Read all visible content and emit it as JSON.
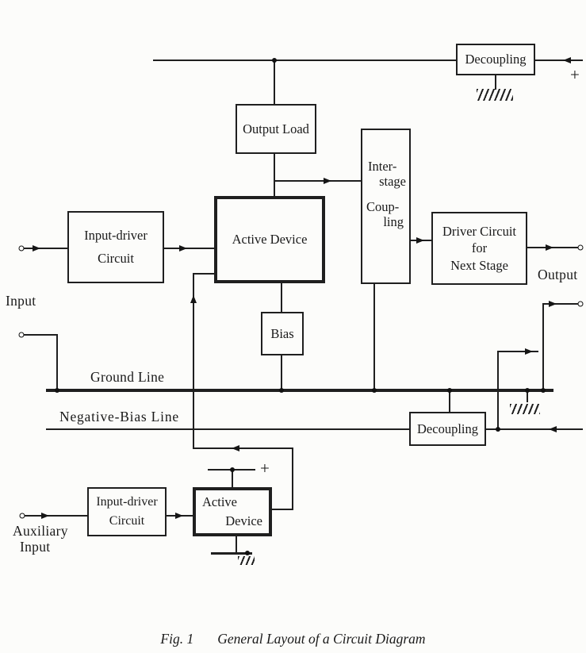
{
  "boxes": {
    "decoupling_top": {
      "label": "Decoupling"
    },
    "output_load": {
      "label": "Output Load"
    },
    "interstage": {
      "line1": "Inter-",
      "line2": "stage",
      "line3": "Coup-",
      "line4": "ling"
    },
    "input_driver_top": {
      "line1": "Input-driver",
      "line2": "Circuit"
    },
    "active_device_top": {
      "label": "Active Device"
    },
    "driver_next_stage": {
      "line1": "Driver Circuit",
      "line2": "for",
      "line3": "Next Stage"
    },
    "bias": {
      "label": "Bias"
    },
    "decoupling_bottom": {
      "label": "Decoupling"
    },
    "input_driver_bottom": {
      "line1": "Input-driver",
      "line2": "Circuit"
    },
    "active_device_bottom": {
      "line1": "Active",
      "line2": "Device"
    }
  },
  "labels": {
    "input": "Input",
    "output": "Output",
    "ground_line": "Ground Line",
    "negative_bias_line": "Negative-Bias Line",
    "auxiliary_line1": "Auxiliary",
    "auxiliary_line2": "Input",
    "plus_top": "+",
    "plus_bottom": "+"
  },
  "caption": {
    "fig": "Fig. 1",
    "title": "General Layout of a Circuit Diagram"
  },
  "colors": {
    "ink": "#1f1f1f",
    "paper": "#fcfcfa"
  }
}
